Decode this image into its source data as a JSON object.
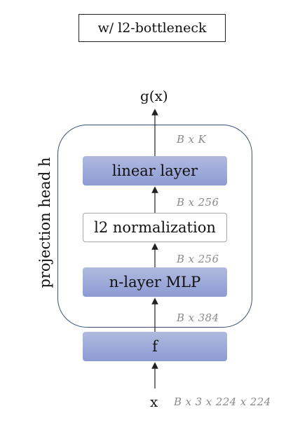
{
  "title": "w/ l2-bottleneck",
  "projection_head_label": "projection head h",
  "output_label": "g(x)",
  "input_label": "x",
  "blocks": {
    "linear": "linear layer",
    "l2norm": "l2 normalization",
    "mlp": "n-layer MLP",
    "encoder": "f"
  },
  "dims": {
    "output": "B x K",
    "after_l2": "B x 256",
    "after_mlp": "B x 256",
    "after_encoder": "B x 384",
    "input": "B x 3 x 224 x 224"
  },
  "colors": {
    "block_fill_top": "#b0badf",
    "block_fill_bottom": "#8d9bd3",
    "frame_stroke": "#3c5178",
    "dim_text": "#8a8a8a"
  }
}
